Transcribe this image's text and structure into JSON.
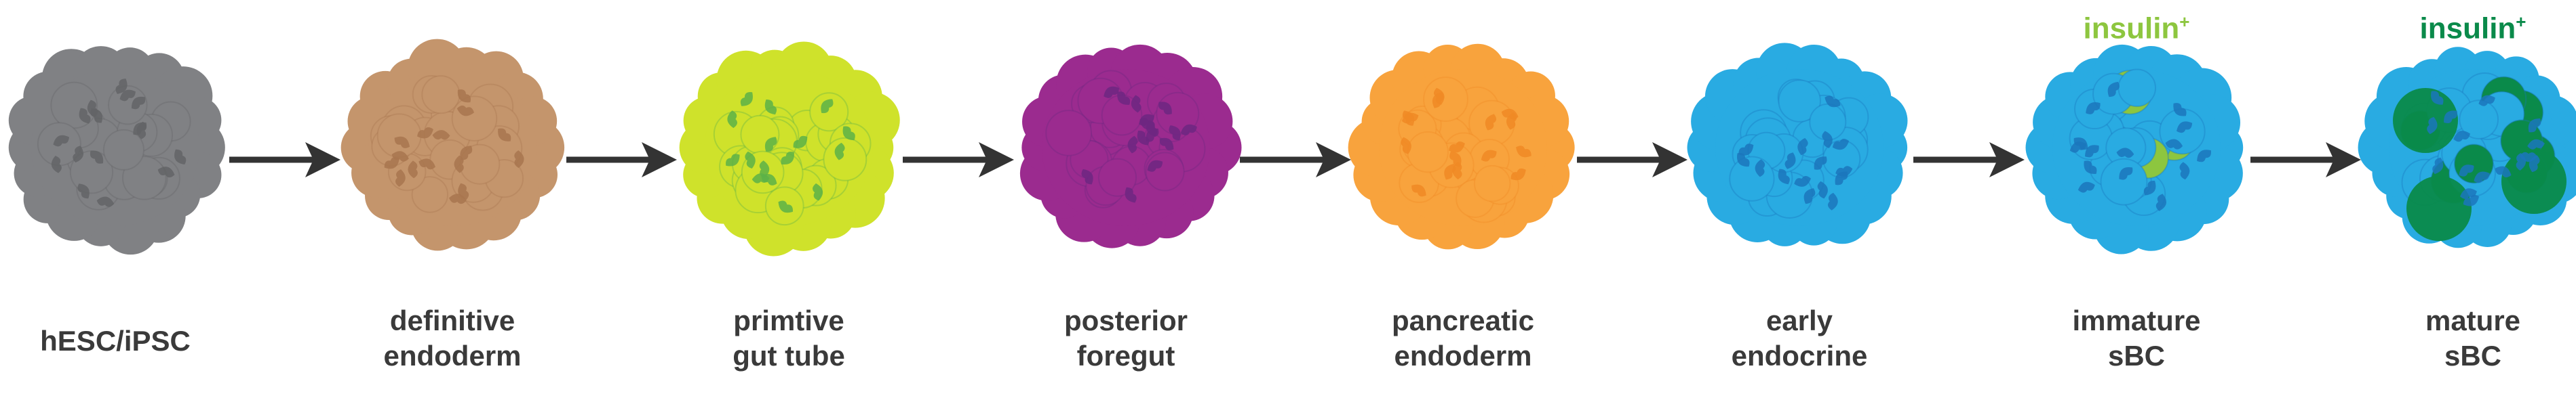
{
  "stages": [
    {
      "id": "hesc",
      "lines": [
        "hESC/iPSC"
      ],
      "base": "#808184",
      "dark": "#636466",
      "accent": "",
      "accent_fraction": 0
    },
    {
      "id": "definitive-endoderm",
      "lines": [
        "definitive",
        "endoderm"
      ],
      "base": "#c4956c",
      "dark": "#a8764f",
      "accent": "",
      "accent_fraction": 0
    },
    {
      "id": "primitive-gut-tube",
      "lines": [
        "primtive",
        "gut tube"
      ],
      "base": "#cfe22b",
      "dark": "#5cb248",
      "accent": "",
      "accent_fraction": 0
    },
    {
      "id": "posterior-foregut",
      "lines": [
        "posterior",
        "foregut"
      ],
      "base": "#9b2b8f",
      "dark": "#6d2781",
      "accent": "",
      "accent_fraction": 0
    },
    {
      "id": "pancreatic-endoderm",
      "lines": [
        "pancreatic",
        "endoderm"
      ],
      "base": "#f8a33d",
      "dark": "#f08a24",
      "accent": "",
      "accent_fraction": 0
    },
    {
      "id": "early-endocrine",
      "lines": [
        "early",
        "endocrine"
      ],
      "base": "#29abe2",
      "dark": "#1b75bc",
      "accent": "",
      "accent_fraction": 0
    },
    {
      "id": "immature-sbc",
      "lines": [
        "immature",
        "sBC"
      ],
      "base": "#29abe2",
      "dark": "#1b75bc",
      "accent": "#8dc63f",
      "accent_fraction": 0.35
    },
    {
      "id": "mature-sbc",
      "lines": [
        "mature",
        "sBC"
      ],
      "base": "#29abe2",
      "dark": "#1b75bc",
      "accent": "#0a8a4a",
      "accent_fraction": 0.4
    }
  ],
  "markers": [
    {
      "stage": 6,
      "text": "insulin",
      "sup": "+",
      "color": "#8dc63f"
    },
    {
      "stage": 7,
      "text": "insulin",
      "sup": "+",
      "color": "#0a8a4a"
    }
  ],
  "arrow_color": "#333333",
  "label_color": "#3a3a3a"
}
